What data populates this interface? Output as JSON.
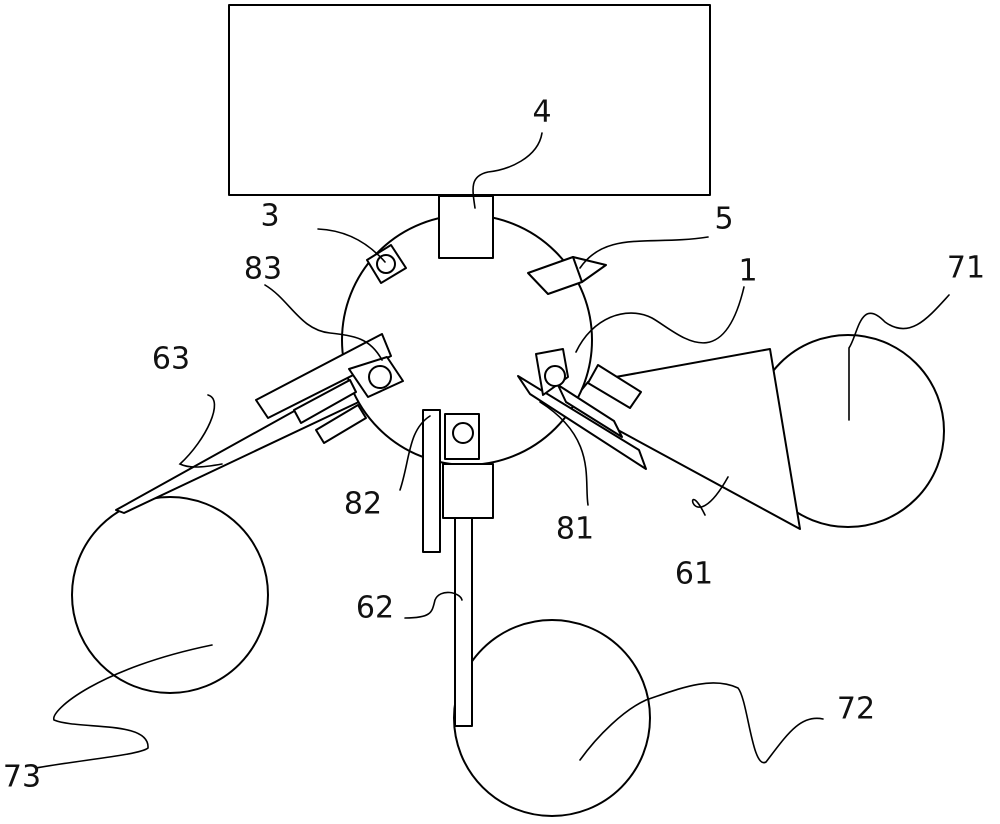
{
  "labels": {
    "l1": "1",
    "l3": "3",
    "l4": "4",
    "l5": "5",
    "l61": "61",
    "l62": "62",
    "l63": "63",
    "l71": "71",
    "l72": "72",
    "l73": "73",
    "l81": "81",
    "l82": "82",
    "l83": "83"
  }
}
